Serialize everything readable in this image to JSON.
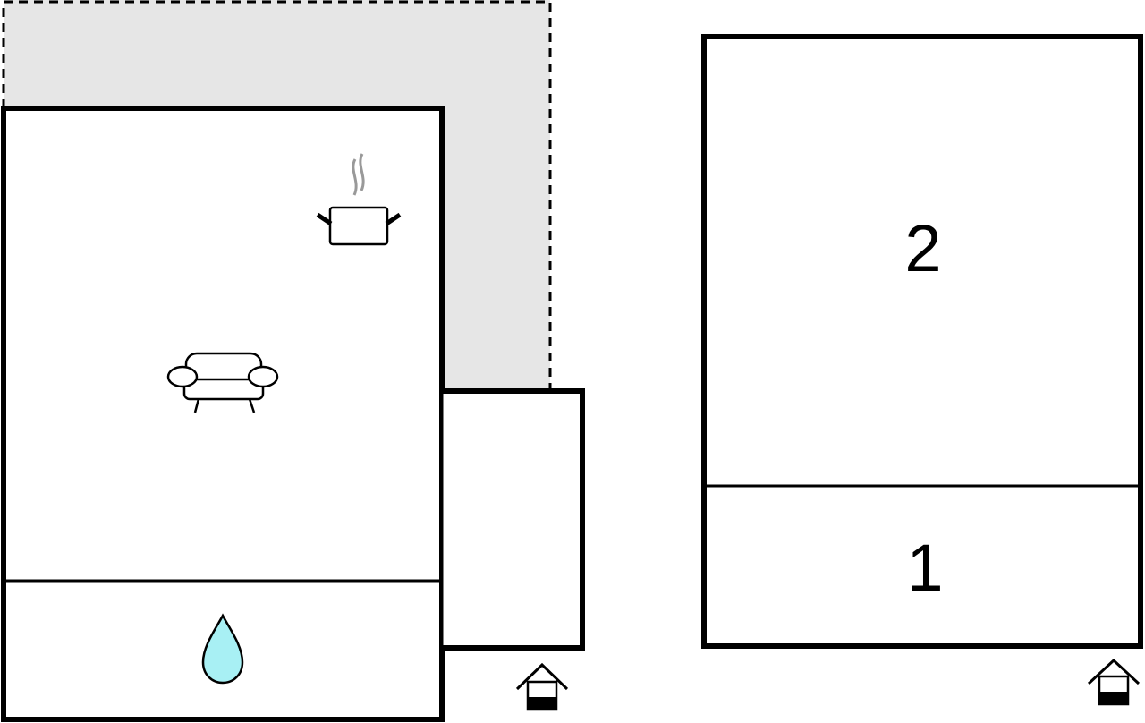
{
  "floorplan": {
    "rooms": [
      {
        "number": "2"
      },
      {
        "number": "1"
      }
    ],
    "icons": [
      {
        "name": "cooking-pot-icon",
        "meaning": "kitchen"
      },
      {
        "name": "sofa-icon",
        "meaning": "living room"
      },
      {
        "name": "water-drop-icon",
        "meaning": "bathroom"
      },
      {
        "name": "entrance-house-icon",
        "meaning": "entrance"
      }
    ],
    "colors": {
      "terrace_fill": "#e6e6e6",
      "water_fill": "#a8f0f4",
      "wall": "#000000",
      "steam": "#999999"
    }
  }
}
